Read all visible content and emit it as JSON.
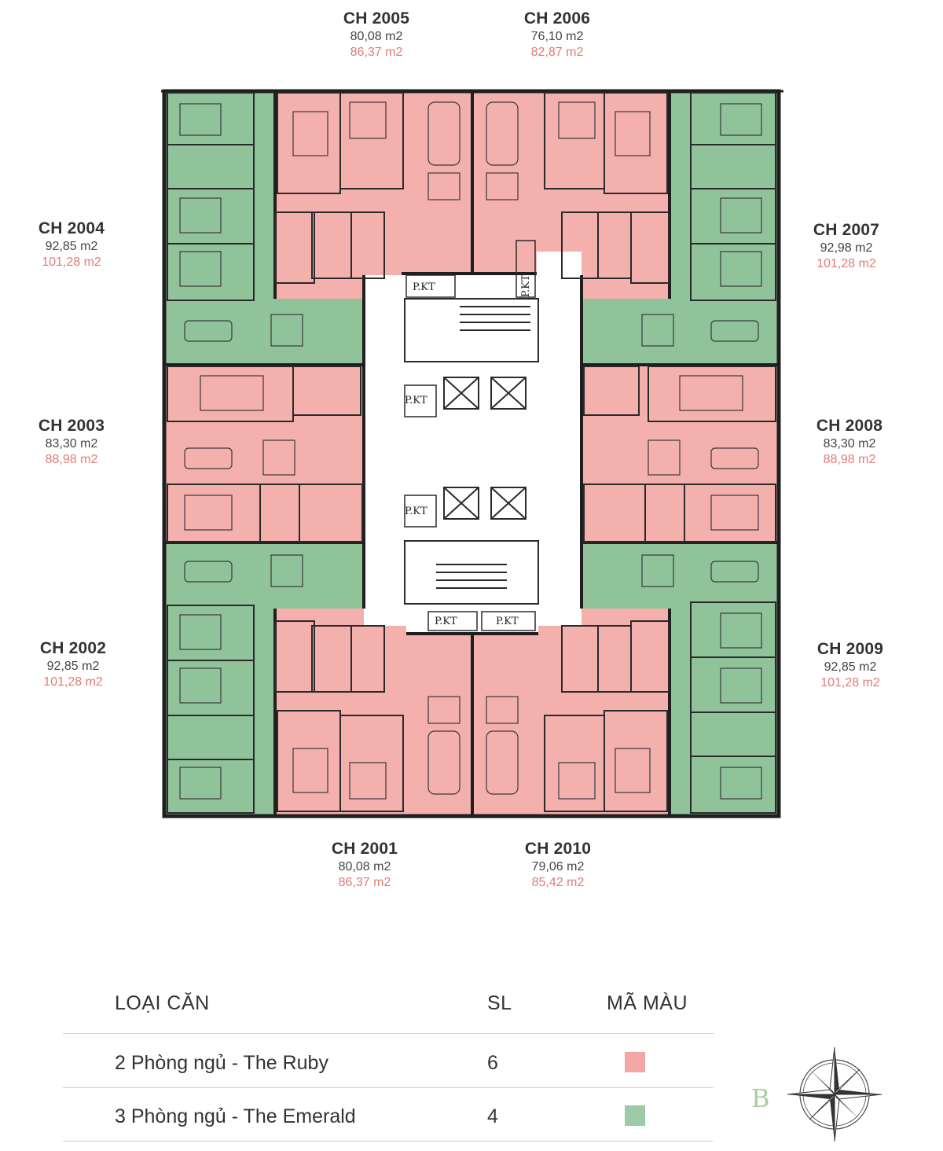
{
  "colors": {
    "ruby": "#f3b0ac",
    "emerald": "#90c39a",
    "wall": "#1f1f1f",
    "net_area": "#444444",
    "gross_area": "#e27b74"
  },
  "units": [
    {
      "code": "CH 2005",
      "net": "80,08 m2",
      "gross": "86,37 m2",
      "type": "ruby"
    },
    {
      "code": "CH 2006",
      "net": "76,10 m2",
      "gross": "82,87 m2",
      "type": "ruby"
    },
    {
      "code": "CH 2004",
      "net": "92,85 m2",
      "gross": "101,28 m2",
      "type": "emerald"
    },
    {
      "code": "CH 2007",
      "net": "92,98 m2",
      "gross": "101,28 m2",
      "type": "emerald"
    },
    {
      "code": "CH 2003",
      "net": "83,30 m2",
      "gross": "88,98 m2",
      "type": "ruby"
    },
    {
      "code": "CH 2008",
      "net": "83,30 m2",
      "gross": "88,98 m2",
      "type": "ruby"
    },
    {
      "code": "CH 2002",
      "net": "92,85 m2",
      "gross": "101,28 m2",
      "type": "emerald"
    },
    {
      "code": "CH 2009",
      "net": "92,85 m2",
      "gross": "101,28 m2",
      "type": "emerald"
    },
    {
      "code": "CH 2001",
      "net": "80,08 m2",
      "gross": "86,37 m2",
      "type": "ruby"
    },
    {
      "code": "CH 2010",
      "net": "79,06 m2",
      "gross": "85,42 m2",
      "type": "ruby"
    }
  ],
  "core_labels": [
    "P.KT",
    "P.KT",
    "P.KT",
    "P.KT",
    "P.KT",
    "P.KT"
  ],
  "legend": {
    "headers": {
      "type": "LOẠI CĂN",
      "count": "SL",
      "color": "MÃ MÀU"
    },
    "rows": [
      {
        "type": "2 Phòng ngủ - The Ruby",
        "count": "6",
        "color": "#f3a6a4"
      },
      {
        "type": "3 Phòng ngủ - The Emerald",
        "count": "4",
        "color": "#9ecaa9"
      }
    ]
  },
  "brand_letter": "B"
}
